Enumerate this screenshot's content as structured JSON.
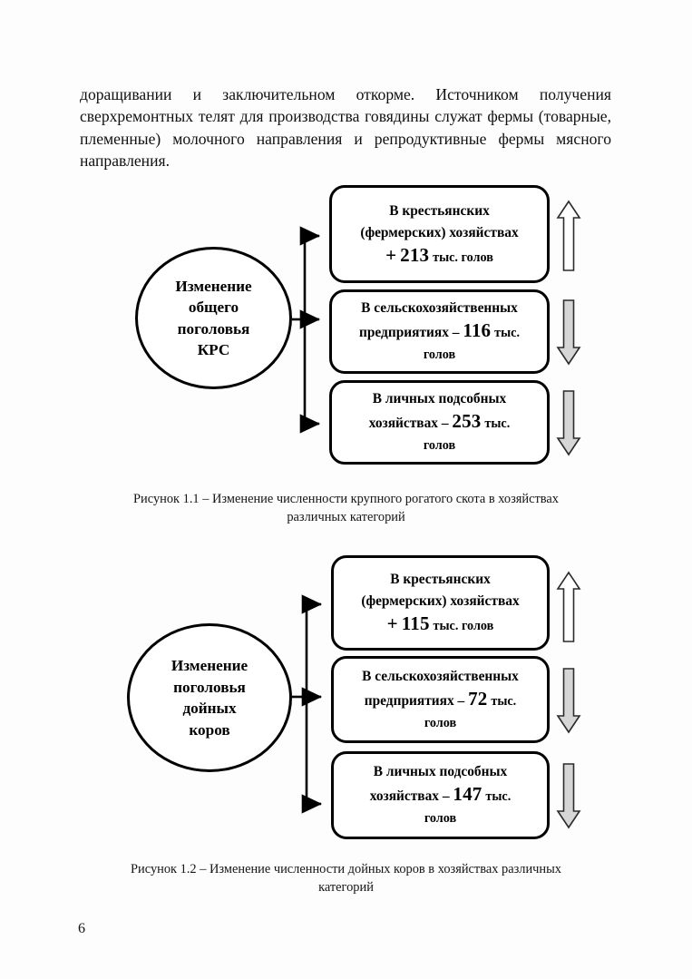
{
  "document": {
    "page_number": "6",
    "paragraph": "доращивании и заключительном откорме. Источником получения сверхремонтных телят для производства говядины служат фермы (товарные, племенные) молочного направления и репродуктивные фермы мясного направления."
  },
  "figures": [
    {
      "id": "figure-1-1",
      "center_node": {
        "label": "Изменение общего поголовья КРС",
        "lines": [
          "Изменение",
          "общего",
          "поголовья",
          "КРС"
        ]
      },
      "branches": [
        {
          "text_lines": [
            "В крестьянских",
            "(фермерских) хозяйствах"
          ],
          "value_prefix": "+",
          "value": "213",
          "unit": "тыс. голов",
          "direction": "up",
          "arrow_icon": "arrow-up-icon",
          "arrow_fill": "#ffffff"
        },
        {
          "text_lines": [
            "В сельскохозяйственных"
          ],
          "value_inline_prefix": "предприятиях –",
          "value": "116",
          "unit": "тыс.",
          "unit_tail": "голов",
          "direction": "down",
          "arrow_icon": "arrow-down-icon",
          "arrow_fill": "#d6d6d6"
        },
        {
          "text_lines": [
            "В личных подсобных"
          ],
          "value_inline_prefix": "хозяйствах –",
          "value": "253",
          "unit": "тыс.",
          "unit_tail": "голов",
          "direction": "down",
          "arrow_icon": "arrow-down-icon",
          "arrow_fill": "#d6d6d6"
        }
      ],
      "caption": {
        "line_1": "Рисунок 1.1 – Изменение  численности крупного рогатого скота в хозяйствах",
        "line_2": "различных категорий"
      }
    },
    {
      "id": "figure-1-2",
      "center_node": {
        "label": "Изменение поголовья дойных коров",
        "lines": [
          "Изменение",
          "поголовья",
          "дойных",
          "коров"
        ]
      },
      "branches": [
        {
          "text_lines": [
            "В крестьянских",
            "(фермерских) хозяйствах"
          ],
          "value_prefix": "+",
          "value": "115",
          "unit": "тыс. голов",
          "direction": "up",
          "arrow_icon": "arrow-up-icon",
          "arrow_fill": "#ffffff"
        },
        {
          "text_lines": [
            "В сельскохозяйственных"
          ],
          "value_inline_prefix": "предприятиях –",
          "value": "72",
          "unit": "тыс.",
          "unit_tail": "голов",
          "direction": "down",
          "arrow_icon": "arrow-down-icon",
          "arrow_fill": "#d6d6d6"
        },
        {
          "text_lines": [
            "В личных подсобных"
          ],
          "value_inline_prefix": "хозяйствах –",
          "value": "147",
          "unit": "тыс.",
          "unit_tail": "голов",
          "direction": "down",
          "arrow_icon": "arrow-down-icon",
          "arrow_fill": "#d6d6d6"
        }
      ],
      "caption": {
        "line_1": "Рисунок 1.2 – Изменение  численности дойных коров в хозяйствах различных",
        "line_2": "категорий"
      }
    }
  ],
  "colors": {
    "ink": "#000000",
    "arrow_down_fill": "#d6d6d6",
    "arrow_up_fill": "#ffffff",
    "page_background": "#ffffff"
  }
}
